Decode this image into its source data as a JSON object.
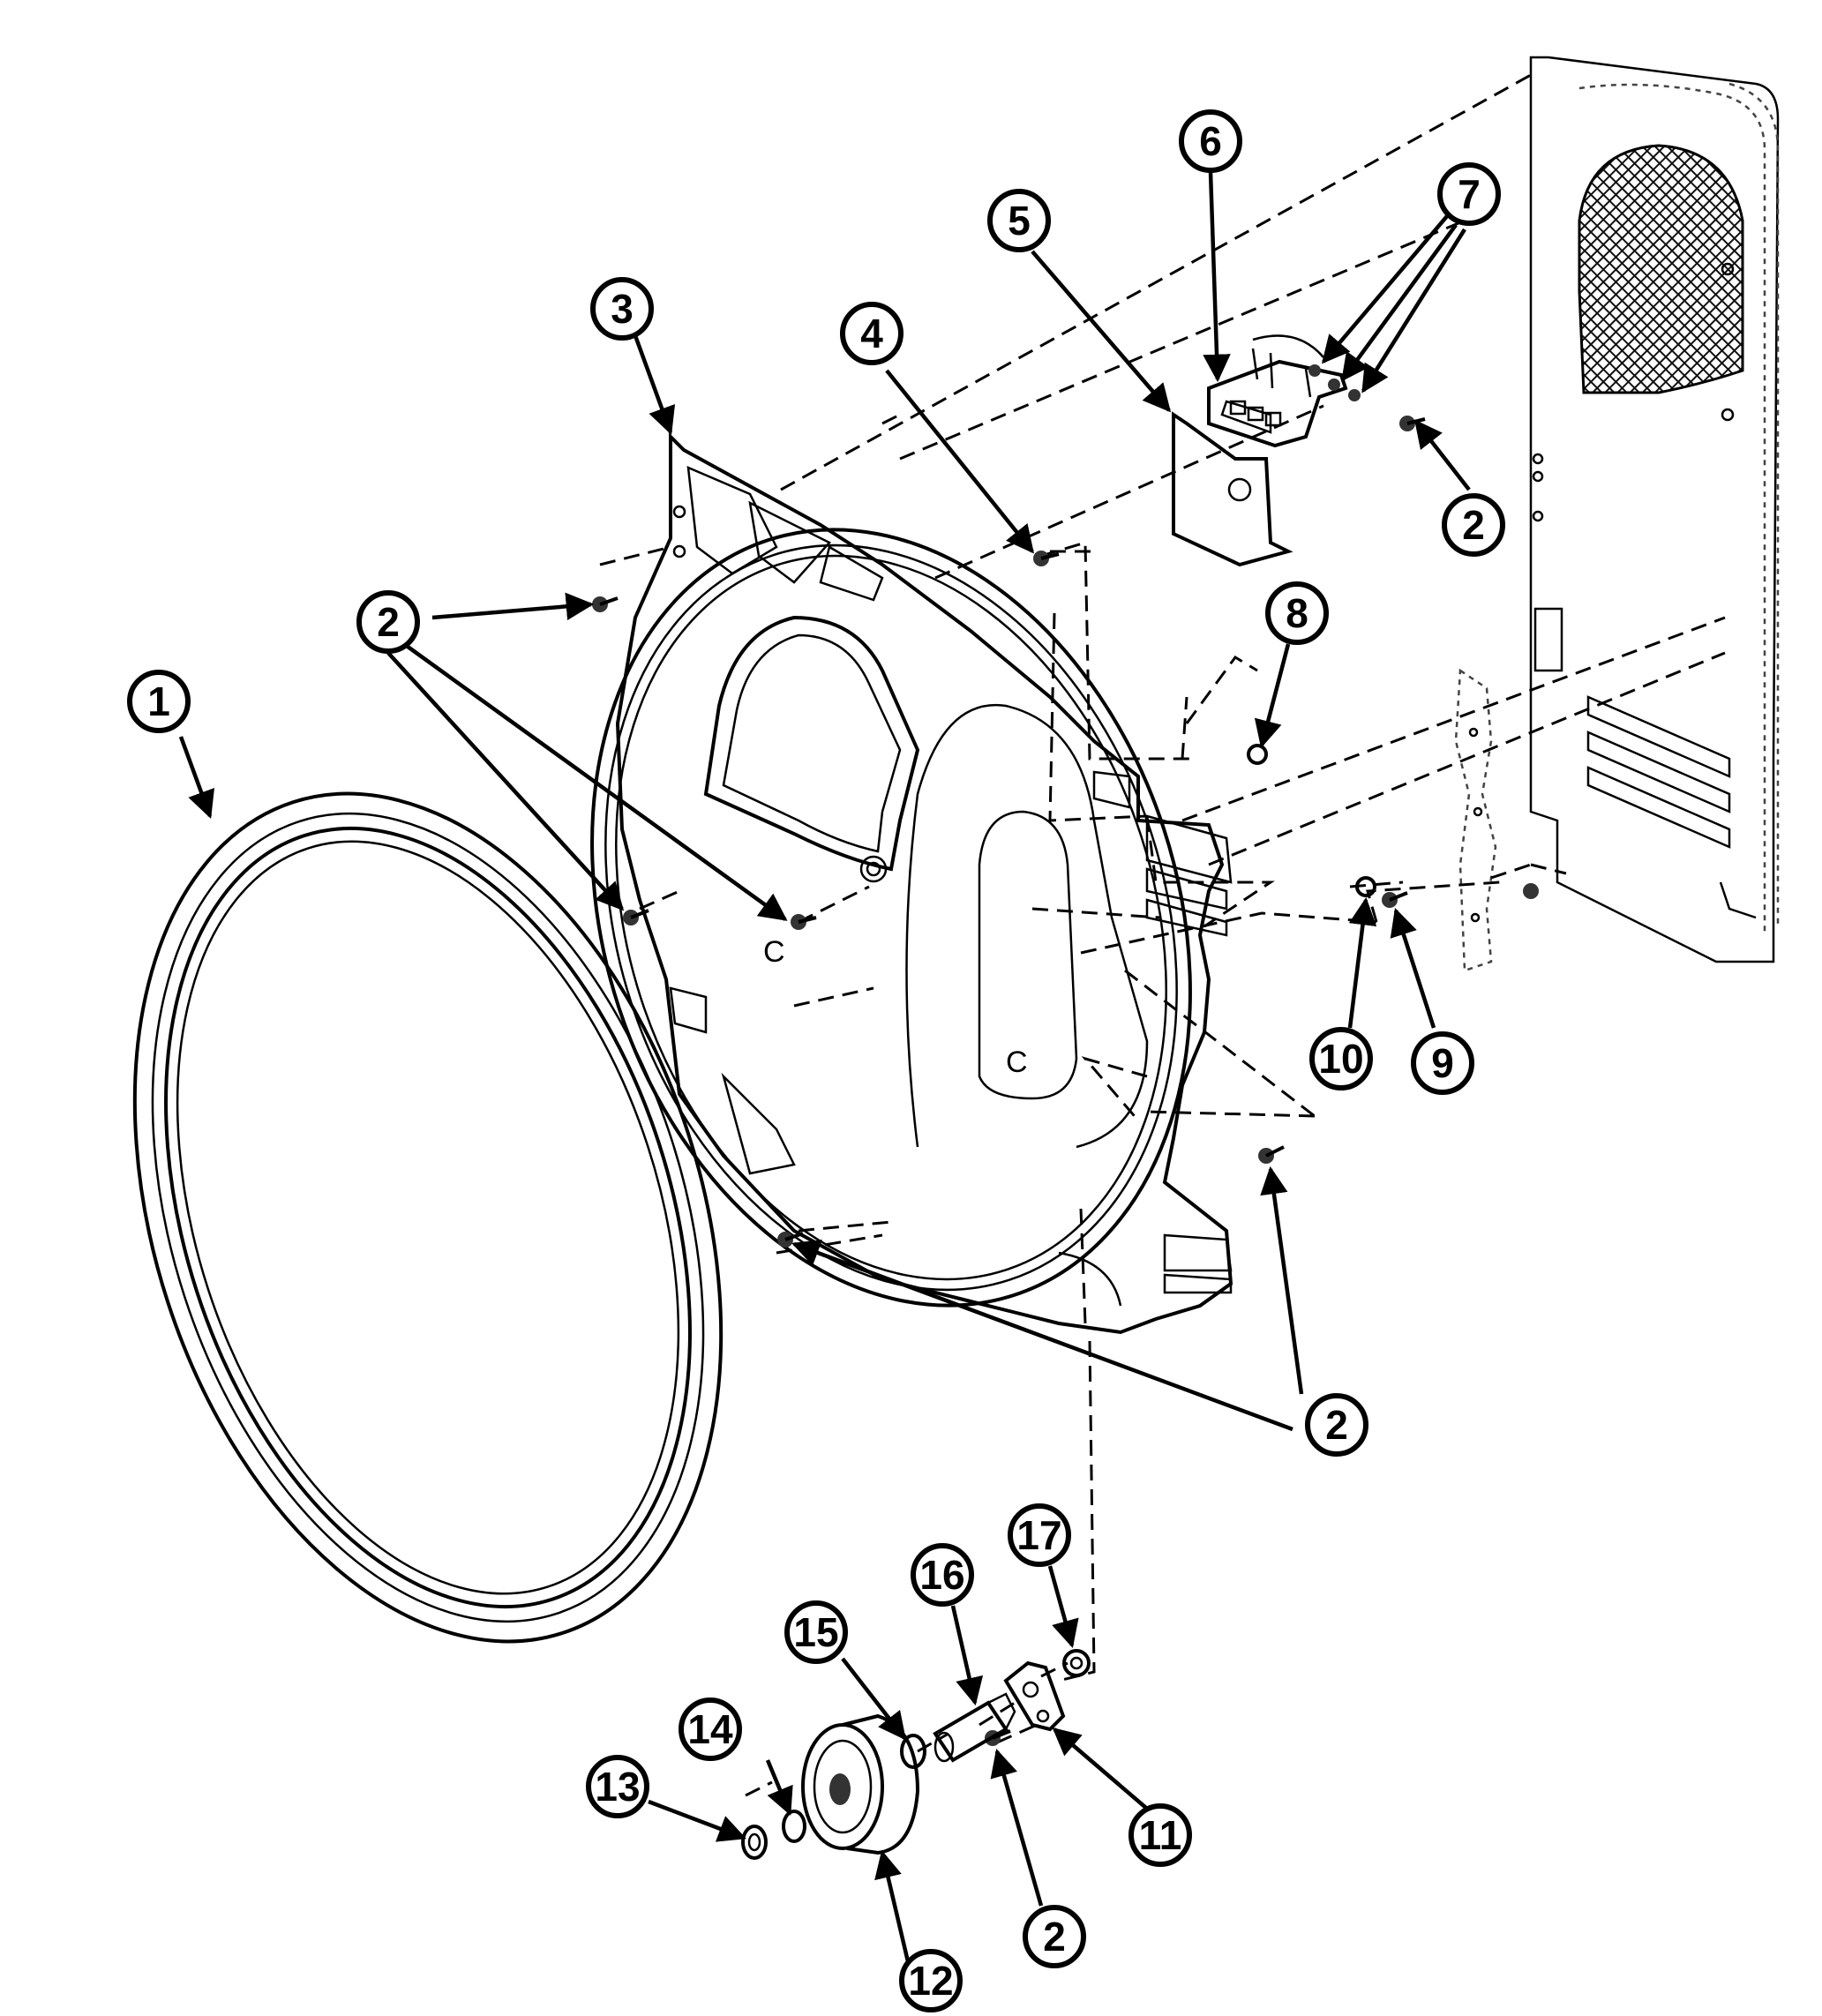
{
  "callouts": [
    "1",
    "2",
    "3",
    "4",
    "5",
    "6",
    "7",
    "8",
    "9",
    "10",
    "11",
    "12",
    "13",
    "14",
    "15",
    "16",
    "17"
  ],
  "colors": {
    "ink": "#000000",
    "paper": "#ffffff"
  }
}
